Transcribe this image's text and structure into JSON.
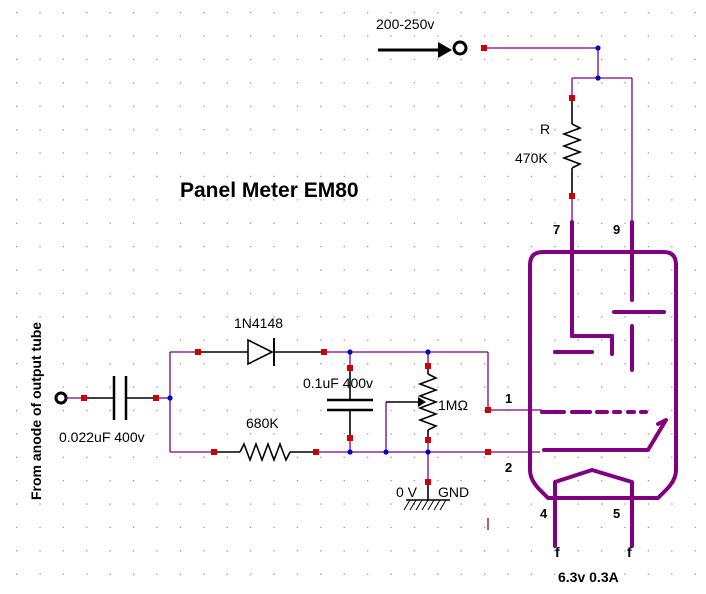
{
  "title": "Panel Meter EM80",
  "supply_label": "200-250v",
  "input_label": "From anode of output tube",
  "components": {
    "r_label": "R",
    "r_value": "470K",
    "diode": "1N4148",
    "coupling_cap": "0.022uF 400v",
    "filter_cap": "0.1uF 400v",
    "resistor2": "680K",
    "pot": "1MΩ",
    "zero_v": "0 V",
    "gnd": "GND"
  },
  "pins": {
    "p7": "7",
    "p9": "9",
    "p1": "1",
    "p2": "2",
    "p4": "4",
    "p5": "5"
  },
  "heater": {
    "f1": "f",
    "f2": "f",
    "spec": "6.3v 0.3A"
  },
  "colors": {
    "wire": "#800080",
    "node": "#0000cc",
    "terminal": "#cc0000",
    "tube": "#800080"
  }
}
